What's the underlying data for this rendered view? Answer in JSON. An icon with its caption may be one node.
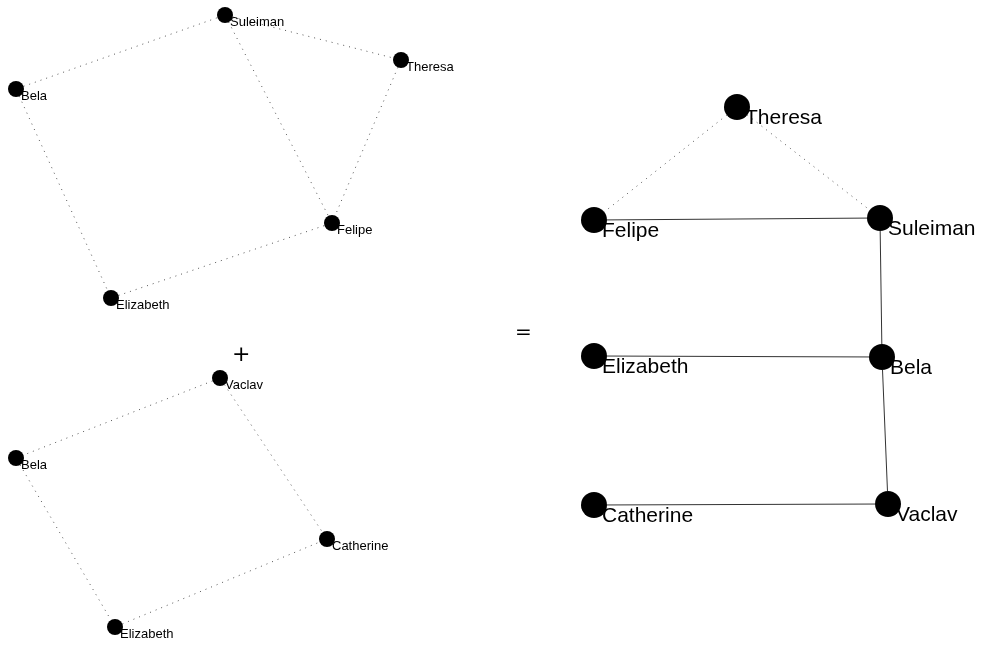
{
  "diagram": {
    "nodes": [
      {
        "text": [
          "Suleiman"
        ]
      },
      {
        "text": [
          "Theresa"
        ]
      },
      {
        "text": [
          "Bela"
        ]
      },
      {
        "text": [
          "Felipe"
        ]
      },
      {
        "text": [
          "Elizabeth"
        ]
      },
      {
        "text": [
          "Vaclav"
        ]
      },
      {
        "text": [
          "Bela"
        ]
      },
      {
        "text": [
          "Catherine"
        ]
      },
      {
        "text": [
          "Elizabeth"
        ]
      },
      {
        "text": [
          "Theresa"
        ]
      },
      {
        "text": [
          "Felipe"
        ]
      },
      {
        "text": [
          "Suleiman"
        ]
      },
      {
        "text": [
          "Elizabeth"
        ]
      },
      {
        "text": [
          "Bela"
        ]
      },
      {
        "text": [
          "Catherine"
        ]
      },
      {
        "text": [
          "Vaclav"
        ]
      }
    ],
    "edges": [
      {
        "from": 2,
        "to": 0,
        "arrow": "none",
        "style": "dashed"
      },
      {
        "from": 0,
        "to": 1,
        "arrow": "none",
        "style": "dashed"
      },
      {
        "from": 0,
        "to": 3,
        "arrow": "none",
        "style": "dashed"
      },
      {
        "from": 1,
        "to": 3,
        "arrow": "none",
        "style": "dashed"
      },
      {
        "from": 2,
        "to": 4,
        "arrow": "none",
        "style": "dashed"
      },
      {
        "from": 4,
        "to": 3,
        "arrow": "none",
        "style": "dashed"
      },
      {
        "from": 5,
        "to": 6,
        "arrow": "none",
        "style": "dashed"
      },
      {
        "from": 5,
        "to": 7,
        "arrow": "none",
        "style": "dashed"
      },
      {
        "from": 6,
        "to": 8,
        "arrow": "none",
        "style": "dashed"
      },
      {
        "from": 8,
        "to": 7,
        "arrow": "none",
        "style": "dashed"
      },
      {
        "from": 9,
        "to": 10,
        "arrow": "none",
        "style": "dashed"
      },
      {
        "from": 9,
        "to": 11,
        "arrow": "none",
        "style": "dashed"
      },
      {
        "from": 10,
        "to": 11,
        "arrow": "none"
      },
      {
        "from": 11,
        "to": 13,
        "arrow": "none"
      },
      {
        "from": 12,
        "to": 13,
        "arrow": "none"
      },
      {
        "from": 13,
        "to": 15,
        "arrow": "none"
      },
      {
        "from": 14,
        "to": 15,
        "arrow": "none"
      }
    ],
    "labels": [
      "+",
      "="
    ]
  }
}
